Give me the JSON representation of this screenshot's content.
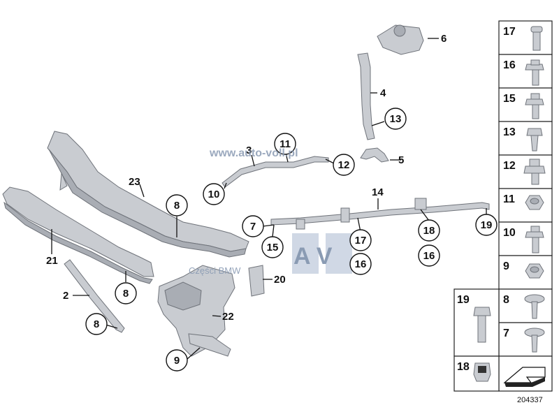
{
  "diagram": {
    "callouts": {
      "c2": "2",
      "c3": "3",
      "c4": "4",
      "c5": "5",
      "c6": "6",
      "c7": "7",
      "c8a": "8",
      "c8b": "8",
      "c8c": "8",
      "c9": "9",
      "c10": "10",
      "c11": "11",
      "c12": "12",
      "c13": "13",
      "c14": "14",
      "c15": "15",
      "c16a": "16",
      "c16b": "16",
      "c17": "17",
      "c18": "18",
      "c19": "19",
      "c20": "20",
      "c21": "21",
      "c22": "22",
      "c23": "23"
    },
    "fastener_table": [
      {
        "label": "17",
        "kind": "bolt"
      },
      {
        "label": "16",
        "kind": "hex-bolt"
      },
      {
        "label": "15",
        "kind": "hex-bolt"
      },
      {
        "label": "13",
        "kind": "screw"
      },
      {
        "label": "12",
        "kind": "hex-bolt"
      },
      {
        "label": "11",
        "kind": "nut"
      },
      {
        "label": "10",
        "kind": "hex-bolt"
      },
      {
        "label": "9",
        "kind": "nut"
      },
      {
        "label": "8",
        "kind": "button-screw"
      },
      {
        "label": "7",
        "kind": "button-screw"
      }
    ],
    "left_cells": [
      {
        "label": "19",
        "kind": "long-bolt"
      },
      {
        "label": "18",
        "kind": "clip"
      }
    ],
    "arrow_cell": {
      "kind": "arrow"
    },
    "watermarks": {
      "url": "www.auto-voll.pl",
      "brand_letters": "A V",
      "parts_text": "Części BMW"
    },
    "diagram_code": "204337"
  }
}
